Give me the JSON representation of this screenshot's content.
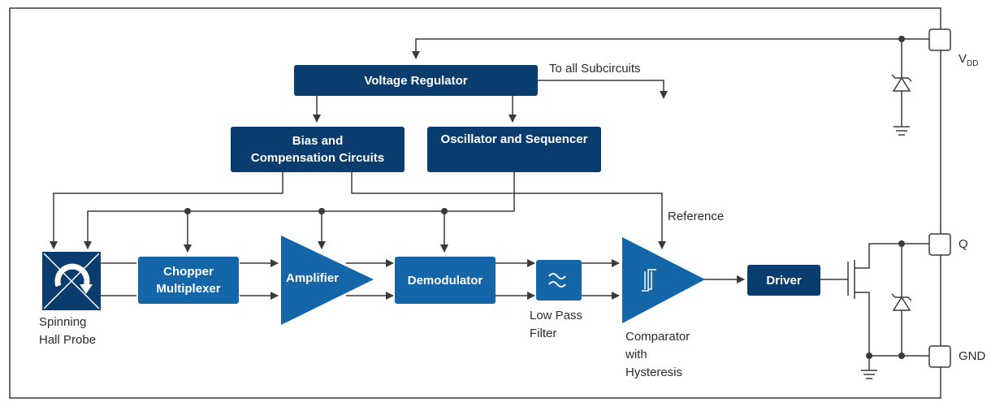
{
  "blocks": {
    "voltage_regulator": "Voltage Regulator",
    "bias": "Bias and\nCompensation Circuits",
    "oscillator": "Oscillator and Sequencer",
    "chopper": "Chopper\nMultiplexer",
    "amplifier": "Amplifier",
    "demodulator": "Demodulator",
    "driver": "Driver"
  },
  "labels": {
    "to_all": "To all Subcircuits",
    "reference": "Reference",
    "hall_probe": "Spinning\nHall Probe",
    "low_pass": "Low Pass\nFilter",
    "comparator": "Comparator\nwith\nHysteresis"
  },
  "pins": {
    "vdd_main": "V",
    "vdd_sub": "DD",
    "q": "Q",
    "gnd": "GND"
  },
  "colors": {
    "dark_block": "#0b3c6e",
    "mid_block": "#1466a8",
    "wire": "#3a3a3a"
  }
}
